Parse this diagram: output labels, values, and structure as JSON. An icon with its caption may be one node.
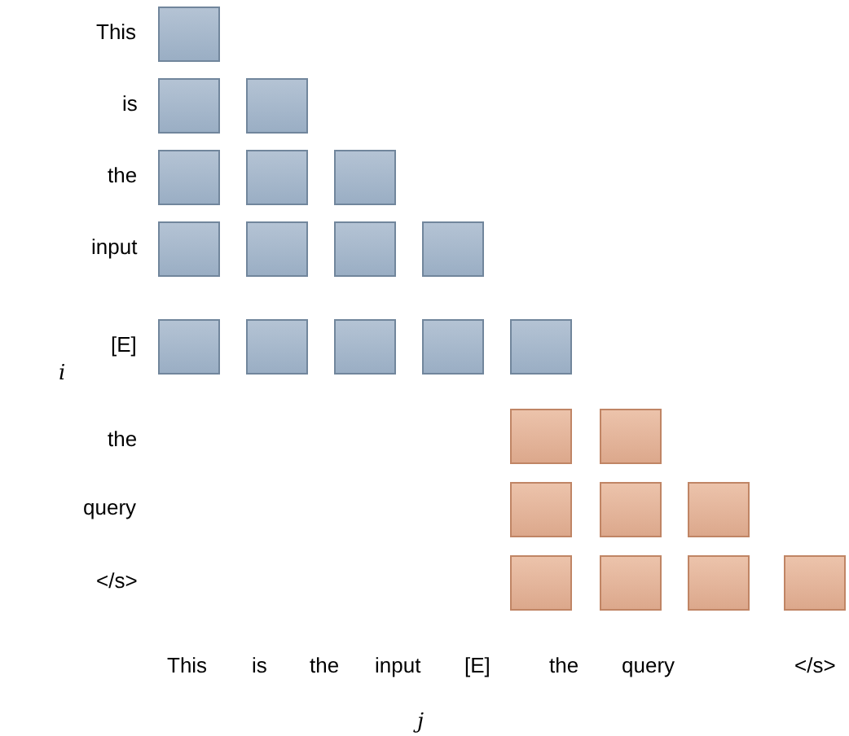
{
  "diagram": {
    "nodes": [
      {
        "text": [],
        "shape": "box"
      },
      {
        "text": [],
        "shape": "box"
      },
      {
        "text": [],
        "shape": "box"
      },
      {
        "text": [],
        "shape": "box"
      },
      {
        "text": [],
        "shape": "box"
      },
      {
        "text": [],
        "shape": "box"
      },
      {
        "text": [],
        "shape": "box"
      },
      {
        "text": [],
        "shape": "box"
      },
      {
        "text": [],
        "shape": "box"
      },
      {
        "text": [],
        "shape": "box"
      },
      {
        "text": [],
        "shape": "box"
      },
      {
        "text": [],
        "shape": "box"
      },
      {
        "text": [],
        "shape": "box"
      },
      {
        "text": [],
        "shape": "box"
      },
      {
        "text": [],
        "shape": "box"
      },
      {
        "text": [],
        "shape": "box"
      },
      {
        "text": [],
        "shape": "box"
      },
      {
        "text": [],
        "shape": "box"
      },
      {
        "text": [],
        "shape": "box"
      },
      {
        "text": [],
        "shape": "box"
      },
      {
        "text": [],
        "shape": "box"
      },
      {
        "text": [],
        "shape": "box"
      },
      {
        "text": [],
        "shape": "box"
      },
      {
        "text": [],
        "shape": "box"
      }
    ],
    "labels": [
      "This",
      "is",
      "the",
      "input",
      "[E]",
      "i",
      "the",
      "query",
      "</s>",
      "This",
      "is",
      "the",
      "input",
      "[E]",
      "the",
      "query",
      "</s>",
      "j"
    ]
  }
}
